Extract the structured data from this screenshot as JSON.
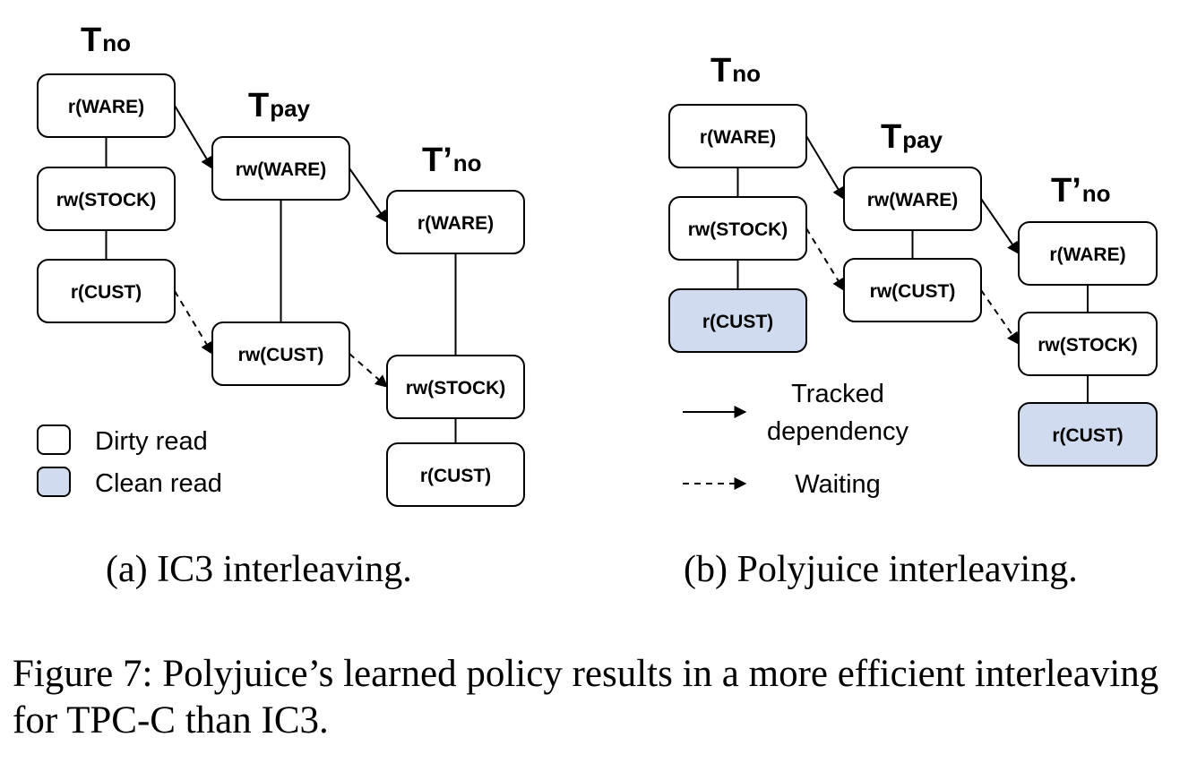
{
  "colors": {
    "clean_fill": "#d1dbf0",
    "dirty_fill": "#ffffff",
    "stroke": "#000000"
  },
  "panels": [
    {
      "id": "a",
      "caption": "(a) IC3 interleaving.",
      "columns": [
        {
          "main": "T",
          "sub": "no",
          "nodes": [
            {
              "label": "r(WARE)",
              "clean": false
            },
            {
              "label": "rw(STOCK)",
              "clean": false
            },
            {
              "label": "r(CUST)",
              "clean": false
            }
          ]
        },
        {
          "main": "T",
          "sub": "pay",
          "nodes": [
            {
              "label": "rw(WARE)",
              "clean": false
            },
            {
              "label": "rw(CUST)",
              "clean": false
            }
          ]
        },
        {
          "main": "T’",
          "sub": "no",
          "nodes": [
            {
              "label": "r(WARE)",
              "clean": false
            },
            {
              "label": "rw(STOCK)",
              "clean": false
            },
            {
              "label": "r(CUST)",
              "clean": false
            }
          ]
        }
      ],
      "edges": [
        {
          "from": "0.0",
          "to": "1.0",
          "kind": "tracked"
        },
        {
          "from": "1.0",
          "to": "2.0",
          "kind": "tracked"
        },
        {
          "from": "0.2",
          "to": "1.1",
          "kind": "waiting"
        },
        {
          "from": "1.1",
          "to": "2.1",
          "kind": "waiting"
        }
      ]
    },
    {
      "id": "b",
      "caption": "(b) Polyjuice interleaving.",
      "columns": [
        {
          "main": "T",
          "sub": "no",
          "nodes": [
            {
              "label": "r(WARE)",
              "clean": false
            },
            {
              "label": "rw(STOCK)",
              "clean": false
            },
            {
              "label": "r(CUST)",
              "clean": true
            }
          ]
        },
        {
          "main": "T",
          "sub": "pay",
          "nodes": [
            {
              "label": "rw(WARE)",
              "clean": false
            },
            {
              "label": "rw(CUST)",
              "clean": false
            }
          ]
        },
        {
          "main": "T’",
          "sub": "no",
          "nodes": [
            {
              "label": "r(WARE)",
              "clean": false
            },
            {
              "label": "rw(STOCK)",
              "clean": false
            },
            {
              "label": "r(CUST)",
              "clean": true
            }
          ]
        }
      ],
      "edges": [
        {
          "from": "0.0",
          "to": "1.0",
          "kind": "tracked"
        },
        {
          "from": "1.0",
          "to": "2.0",
          "kind": "tracked"
        },
        {
          "from": "0.1",
          "to": "1.1",
          "kind": "waiting"
        },
        {
          "from": "1.1",
          "to": "2.1",
          "kind": "waiting"
        }
      ]
    }
  ],
  "legend_read": [
    {
      "label": "Dirty read",
      "clean": false
    },
    {
      "label": "Clean read",
      "clean": true
    }
  ],
  "legend_edges": [
    {
      "kind": "tracked",
      "lines": [
        "Tracked",
        "dependency"
      ]
    },
    {
      "kind": "waiting",
      "lines": [
        "Waiting"
      ]
    }
  ],
  "figure_caption": "Figure 7: Polyjuice’s learned policy results in a more efficient interleaving for TPC-C than IC3."
}
